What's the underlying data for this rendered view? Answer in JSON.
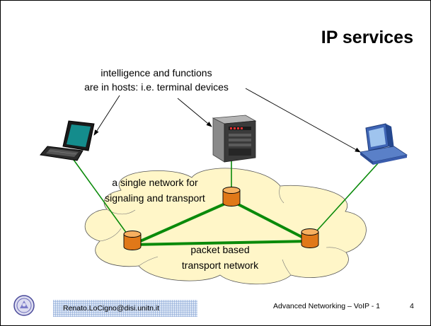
{
  "slide": {
    "title": "IP services",
    "annotation": [
      "intelligence and functions",
      "are in hosts: i.e. terminal devices"
    ],
    "cloud_labels": [
      [
        "a single network for",
        "signaling and transport"
      ],
      [
        "packet based",
        "transport network"
      ]
    ]
  },
  "devices": [
    {
      "icon": "laptop-icon"
    },
    {
      "icon": "server-icon"
    },
    {
      "icon": "desktop-computer-icon"
    }
  ],
  "routers": [
    {
      "icon": "router-icon"
    },
    {
      "icon": "router-icon"
    },
    {
      "icon": "router-icon"
    }
  ],
  "footer": {
    "logo": "university-seal-logo",
    "email": "Renato.LoCigno@disi.unitn.it",
    "course": "Advanced Networking – VoIP - 1",
    "page": "4"
  },
  "colors": {
    "link": "#0a8a0a",
    "cloud": "#fff6c8",
    "router_top": "#f7b060",
    "router_body": "#e07818",
    "arrow": "#000000"
  }
}
